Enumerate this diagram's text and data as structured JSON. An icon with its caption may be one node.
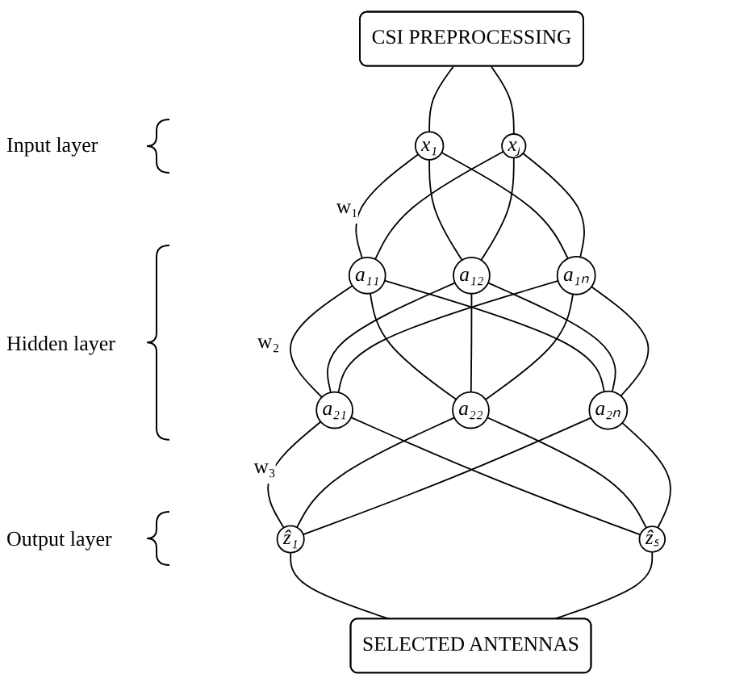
{
  "diagram": {
    "nodes": [
      {
        "text": [
          "CSI PREPROCESSING"
        ]
      },
      {
        "text": [
          "x₁"
        ]
      },
      {
        "text": [
          "xⱼ"
        ]
      },
      {
        "text": [
          "a₁₁"
        ]
      },
      {
        "text": [
          "a₁₂"
        ]
      },
      {
        "text": [
          "a₁ₙ"
        ]
      },
      {
        "text": [
          "a₂₁"
        ]
      },
      {
        "text": [
          "a₂₂"
        ]
      },
      {
        "text": [
          "a₂ₙ"
        ]
      },
      {
        "text": [
          "ẑ₁"
        ]
      },
      {
        "text": [
          "ẑₛ"
        ]
      },
      {
        "text": [
          "SELECTED ANTENNAS"
        ]
      }
    ],
    "edges": [
      {
        "from": 0,
        "to": 1,
        "arrow": "none"
      },
      {
        "from": 0,
        "to": 2,
        "arrow": "none"
      },
      {
        "from": 1,
        "to": 3,
        "arrow": "none",
        "label": "w₁"
      },
      {
        "from": 1,
        "to": 4,
        "arrow": "none"
      },
      {
        "from": 1,
        "to": 5,
        "arrow": "none"
      },
      {
        "from": 2,
        "to": 3,
        "arrow": "none"
      },
      {
        "from": 2,
        "to": 4,
        "arrow": "none"
      },
      {
        "from": 2,
        "to": 5,
        "arrow": "none"
      },
      {
        "from": 3,
        "to": 6,
        "arrow": "none",
        "label": "w₂"
      },
      {
        "from": 3,
        "to": 7,
        "arrow": "none"
      },
      {
        "from": 3,
        "to": 8,
        "arrow": "none"
      },
      {
        "from": 4,
        "to": 6,
        "arrow": "none"
      },
      {
        "from": 4,
        "to": 7,
        "arrow": "none"
      },
      {
        "from": 4,
        "to": 8,
        "arrow": "none"
      },
      {
        "from": 5,
        "to": 6,
        "arrow": "none"
      },
      {
        "from": 5,
        "to": 7,
        "arrow": "none"
      },
      {
        "from": 5,
        "to": 8,
        "arrow": "none"
      },
      {
        "from": 6,
        "to": 9,
        "arrow": "none",
        "label": "w₃"
      },
      {
        "from": 6,
        "to": 10,
        "arrow": "none"
      },
      {
        "from": 7,
        "to": 9,
        "arrow": "none"
      },
      {
        "from": 7,
        "to": 10,
        "arrow": "none"
      },
      {
        "from": 8,
        "to": 9,
        "arrow": "none"
      },
      {
        "from": 8,
        "to": 10,
        "arrow": "none"
      },
      {
        "from": 9,
        "to": 11,
        "arrow": "none"
      },
      {
        "from": 10,
        "to": 11,
        "arrow": "none"
      }
    ],
    "labels": [
      "Input layer",
      "Hidden layer",
      "Output layer"
    ]
  }
}
